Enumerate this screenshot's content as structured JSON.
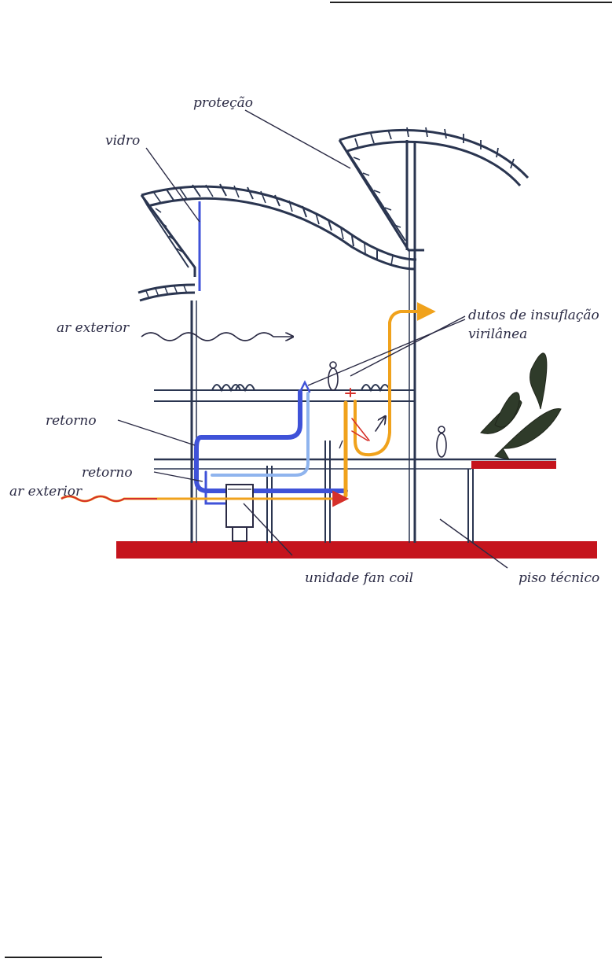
{
  "labels": {
    "protecao": "proteção",
    "vidro": "vidro",
    "ar_exterior_top": "ar exterior",
    "dutos_line1": "dutos de insuflação",
    "dutos_line2": "virilânea",
    "retorno_1": "retorno",
    "retorno_2": "retorno",
    "ar_exterior_bottom": "ar exterior",
    "fan_coil": "unidade fan coil",
    "piso_tecnico": "piso técnico"
  },
  "colors": {
    "ink": "#2a2a44",
    "truss": "#2a3550",
    "blue_duct": "#3f52d8",
    "light_blue_duct": "#8fb4ee",
    "orange_duct": "#f0a21c",
    "red_arrow": "#d6302a",
    "floor_red": "#c5141d",
    "plant": "#2f3b2a"
  }
}
